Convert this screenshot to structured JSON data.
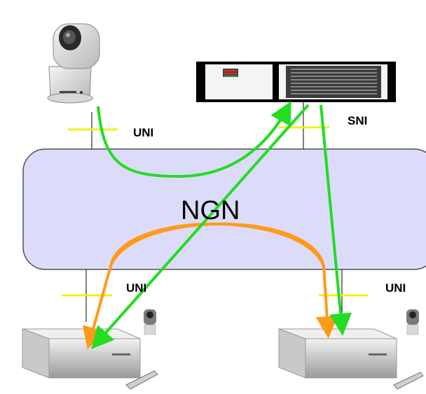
{
  "network": {
    "label": "NGN"
  },
  "interfaces": {
    "uni_camera": "UNI",
    "sni_server": "SNI",
    "uni_left_terminal": "UNI",
    "uni_right_terminal": "UNI"
  },
  "icons": {
    "camera": "ptz-camera-icon",
    "server": "rack-server-icon",
    "terminal": "video-conference-terminal-icon"
  },
  "colors": {
    "network_fill": "#dcdcfa",
    "network_stroke": "#505050",
    "interface_marker": "#f0f020",
    "uplink_flow": "#22dd22",
    "peer_flow": "#ff9a1a"
  }
}
